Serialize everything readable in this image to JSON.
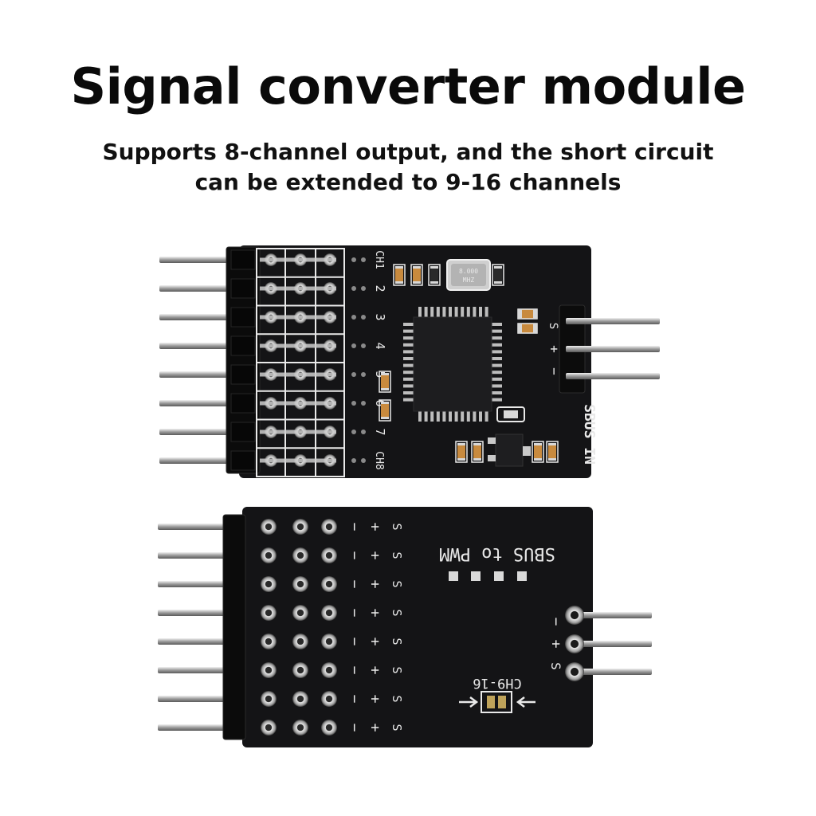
{
  "title": "Signal converter module",
  "subtitle_lines": [
    "Supports 8-channel output, and the short circuit",
    "can be extended to 9-16 channels"
  ],
  "top_board": {
    "channel_labels": [
      "CH1",
      "2",
      "3",
      "4",
      "5",
      "6",
      "7",
      "CH8"
    ],
    "crystal_line1": "8.000",
    "crystal_line2": "MHZ",
    "input_pin_labels": [
      "S",
      "+",
      "−"
    ],
    "input_label": "SBUS IN"
  },
  "bottom_board": {
    "row_pin_labels": [
      "−",
      "+",
      "S"
    ],
    "title_silk": "SBUS to PWM",
    "jumper_label": "CH9-16",
    "side_pin_labels": [
      "−",
      "+",
      "S"
    ]
  },
  "colors": {
    "pcb": "#141416",
    "silk": "#e9e9e9",
    "gold": "#bfa35a",
    "metal": "#c9c9c9",
    "smd_orange": "#c88a3e"
  }
}
